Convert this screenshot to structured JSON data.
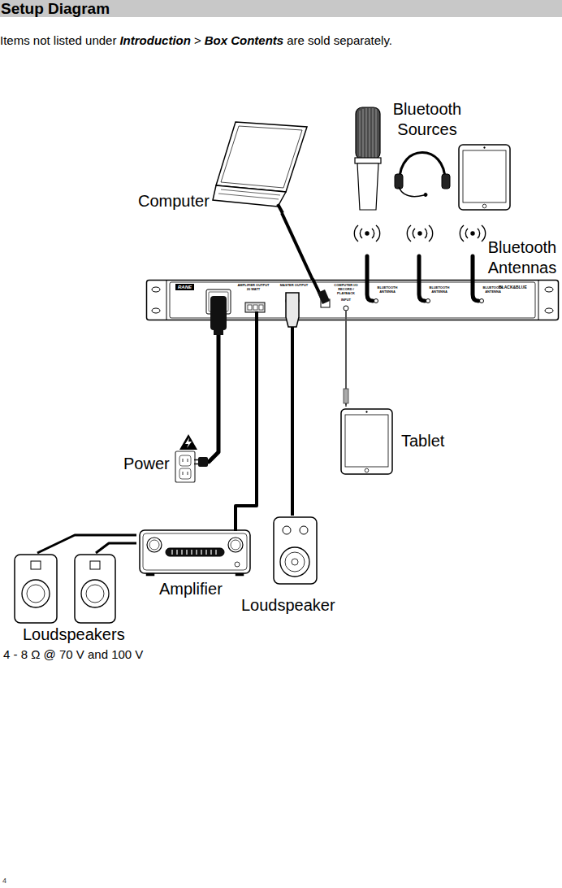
{
  "diagram": {
    "title": "Setup Diagram",
    "nodes": [
      {
        "text": [
          "Bluetooth Sources"
        ]
      },
      {
        "text": [
          "Computer"
        ]
      },
      {
        "text": [
          "Bluetooth Antennas"
        ]
      },
      {
        "text": [
          "RANE",
          "AMPLIFIER OUTPUT 20 WATT",
          "MASTER OUTPUT",
          "COMPUTER I/O RECORD / PLAYBACK",
          "INPUT",
          "BLUETOOTH ANTENNA",
          "BLUETOOTH ANTENNA",
          "BLUETOOTH ANTENNA",
          "BLACK&BLUE"
        ]
      },
      {
        "text": [
          "Tablet"
        ]
      },
      {
        "text": [
          "Power"
        ]
      },
      {
        "text": [
          "Amplifier"
        ]
      },
      {
        "text": [
          "Loudspeaker"
        ]
      },
      {
        "text": [
          "Loudspeakers",
          "4 - 8 Ω @ 70 V and 100 V"
        ]
      }
    ],
    "edges": [
      {
        "from": 1,
        "to": 3,
        "arrow": "none"
      },
      {
        "from": 3,
        "to": 4,
        "arrow": "none"
      },
      {
        "from": 3,
        "to": 5,
        "arrow": "none"
      },
      {
        "from": 3,
        "to": 6,
        "arrow": "none"
      },
      {
        "from": 3,
        "to": 7,
        "arrow": "none"
      },
      {
        "from": 6,
        "to": 8,
        "arrow": "none"
      },
      {
        "from": 6,
        "to": 8,
        "arrow": "none"
      }
    ],
    "labels": [
      "Items not listed under",
      "Introduction",
      ">",
      "Box Contents",
      "are sold separately.",
      "4"
    ]
  }
}
